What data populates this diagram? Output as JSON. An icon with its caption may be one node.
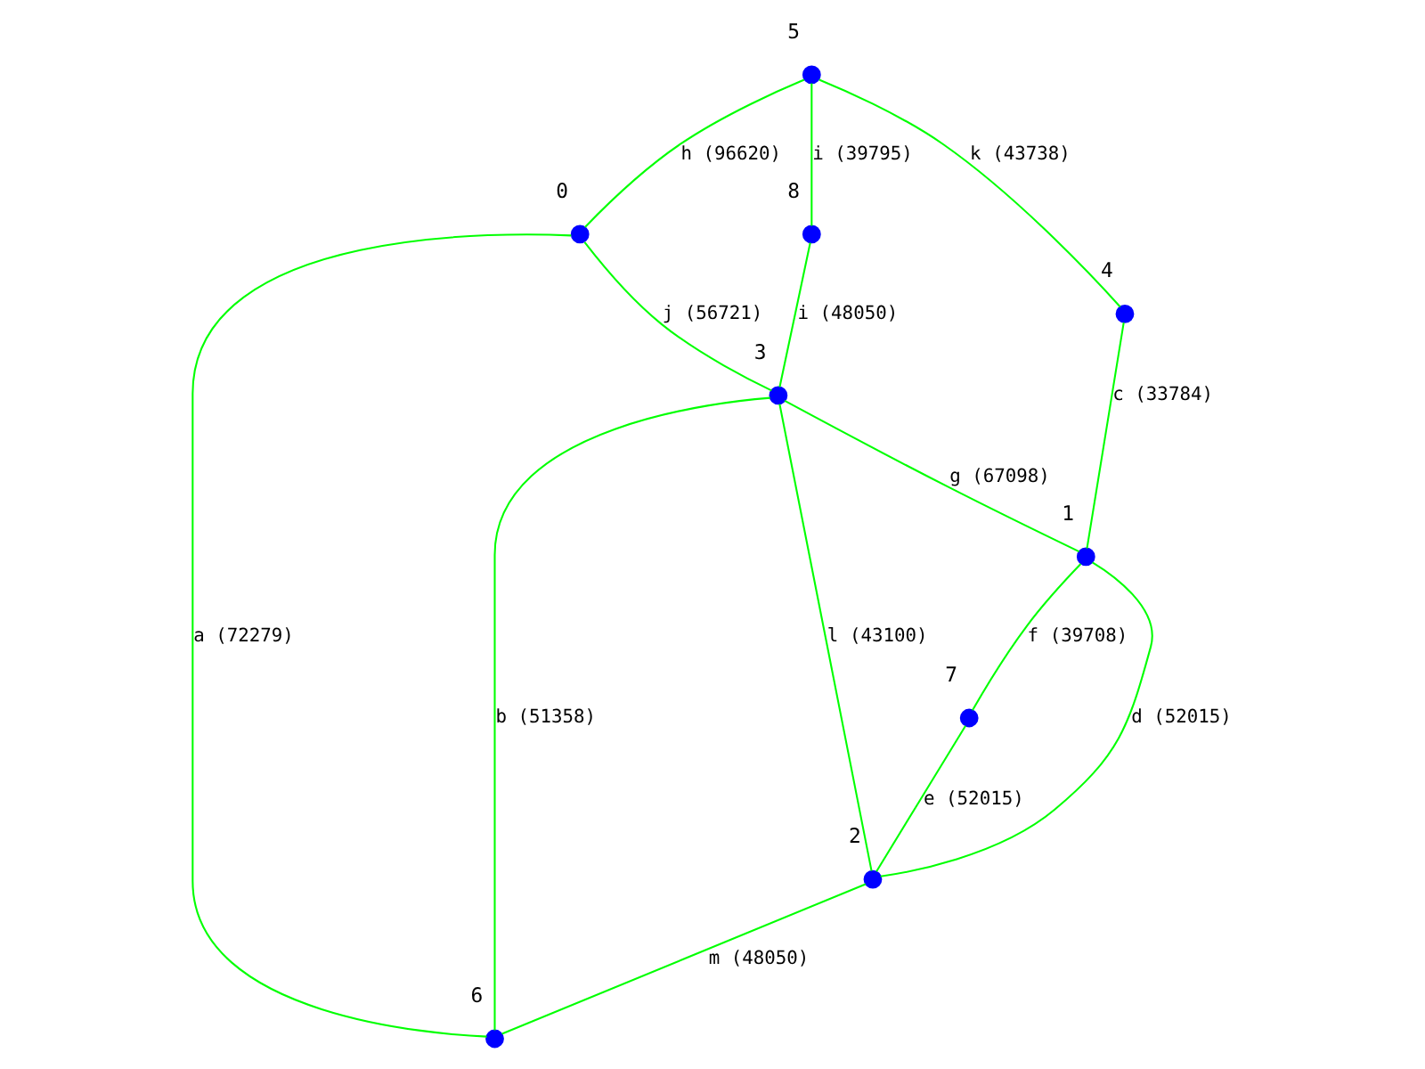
{
  "diagram": {
    "nodes": [
      {
        "text": [],
        "shape": "circle",
        "beside": [
          "0"
        ]
      },
      {
        "text": [],
        "shape": "circle",
        "beside": [
          "1"
        ]
      },
      {
        "text": [],
        "shape": "circle",
        "beside": [
          "2"
        ]
      },
      {
        "text": [],
        "shape": "circle",
        "beside": [
          "3"
        ]
      },
      {
        "text": [],
        "shape": "circle",
        "beside": [
          "4"
        ]
      },
      {
        "text": [],
        "shape": "circle",
        "beside": [
          "5"
        ]
      },
      {
        "text": [],
        "shape": "circle",
        "beside": [
          "6"
        ]
      },
      {
        "text": [],
        "shape": "circle",
        "beside": [
          "7"
        ]
      },
      {
        "text": [],
        "shape": "circle",
        "beside": [
          "8"
        ]
      }
    ],
    "edges": [
      {
        "from": 0,
        "to": 6,
        "arrow": "none",
        "label": "a (72279)"
      },
      {
        "from": 3,
        "to": 6,
        "arrow": "none",
        "label": "b (51358)"
      },
      {
        "from": 4,
        "to": 1,
        "arrow": "none",
        "label": "c (33784)"
      },
      {
        "from": 1,
        "to": 2,
        "arrow": "none",
        "label": "d (52015)"
      },
      {
        "from": 7,
        "to": 2,
        "arrow": "none",
        "label": "e (52015)"
      },
      {
        "from": 1,
        "to": 7,
        "arrow": "none",
        "label": "f (39708)"
      },
      {
        "from": 3,
        "to": 1,
        "arrow": "none",
        "label": "g (67098)"
      },
      {
        "from": 5,
        "to": 0,
        "arrow": "none",
        "label": "h (96620)"
      },
      {
        "from": 5,
        "to": 8,
        "arrow": "none",
        "label": "i (39795)"
      },
      {
        "from": 8,
        "to": 3,
        "arrow": "none",
        "label": "i (48050)"
      },
      {
        "from": 0,
        "to": 3,
        "arrow": "none",
        "label": "j (56721)"
      },
      {
        "from": 5,
        "to": 4,
        "arrow": "none",
        "label": "k (43738)"
      },
      {
        "from": 3,
        "to": 2,
        "arrow": "none",
        "label": "l (43100)"
      },
      {
        "from": 2,
        "to": 6,
        "arrow": "none",
        "label": "m (48050)"
      }
    ]
  }
}
